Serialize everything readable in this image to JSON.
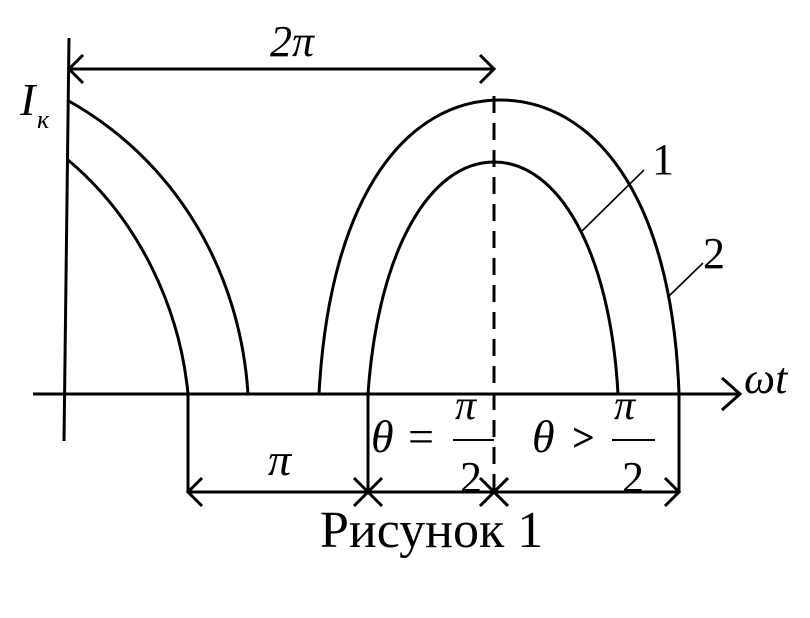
{
  "labels": {
    "two_pi": "2π",
    "y_axis": "I",
    "y_axis_sub": "к",
    "x_axis": "ωt",
    "curve_1": "1",
    "curve_2": "2",
    "pi": "π",
    "theta_eq_theta": "θ =",
    "theta_eq_num": "π",
    "theta_eq_den": "2",
    "theta_gt_theta": "θ",
    "theta_gt_sign": ">",
    "theta_gt_num": "π",
    "theta_gt_den": "2",
    "caption": "Рисунок 1"
  }
}
